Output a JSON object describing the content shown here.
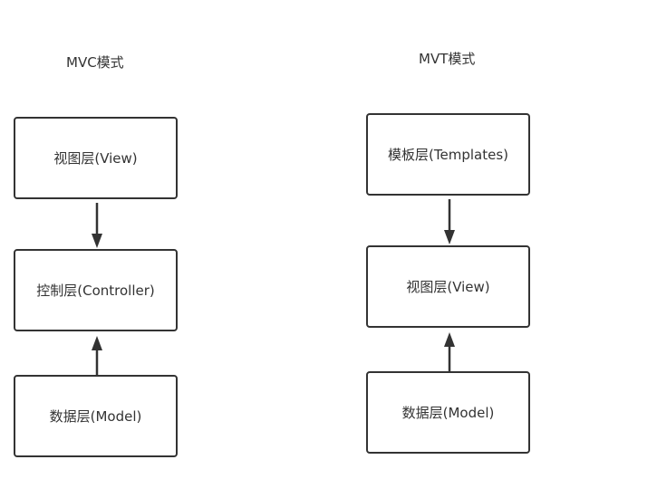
{
  "mvc": {
    "title": "MVC模式",
    "view": "视图层(View)",
    "controller": "控制层(Controller)",
    "model": "数据层(Model)"
  },
  "mvt": {
    "title": "MVT模式",
    "templates": "模板层(Templates)",
    "view": "视图层(View)",
    "model": "数据层(Model)"
  },
  "colors": {
    "stroke": "#333333",
    "background": "#ffffff"
  }
}
